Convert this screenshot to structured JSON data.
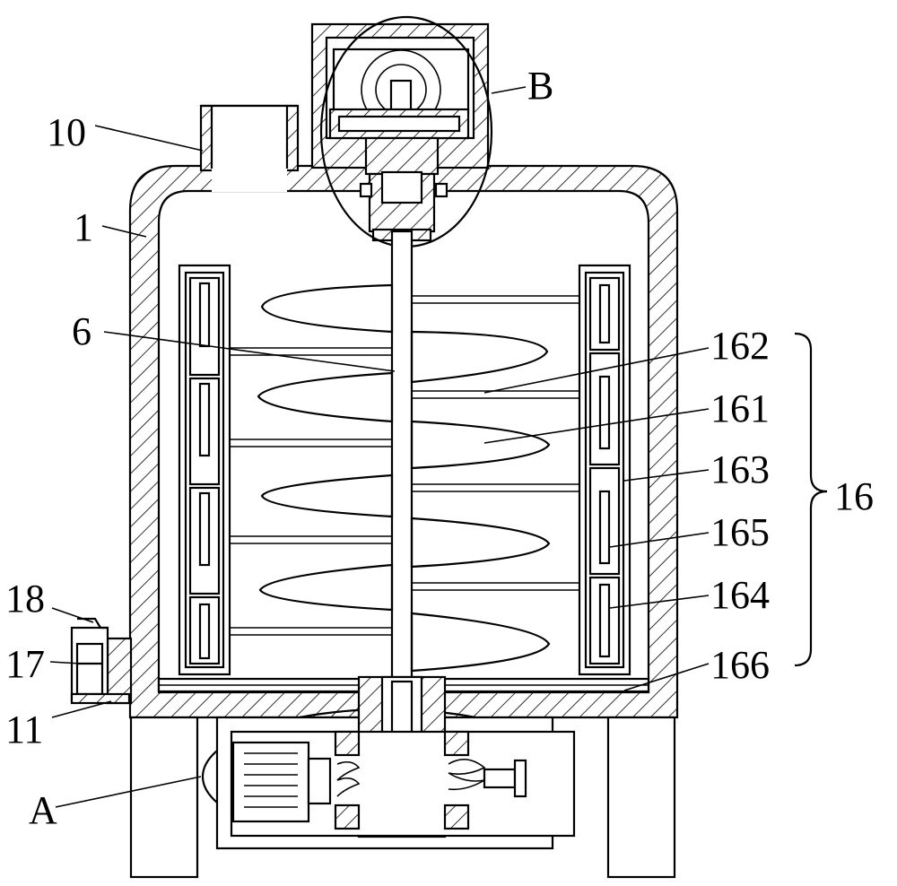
{
  "figure": {
    "labels": {
      "l10": "10",
      "l1": "1",
      "l6": "6",
      "l18": "18",
      "l17": "17",
      "l11": "11",
      "lA": "A",
      "lB": "B",
      "l162": "162",
      "l161": "161",
      "l163": "163",
      "l165": "165",
      "l164": "164",
      "l166": "166",
      "l16": "16"
    }
  }
}
